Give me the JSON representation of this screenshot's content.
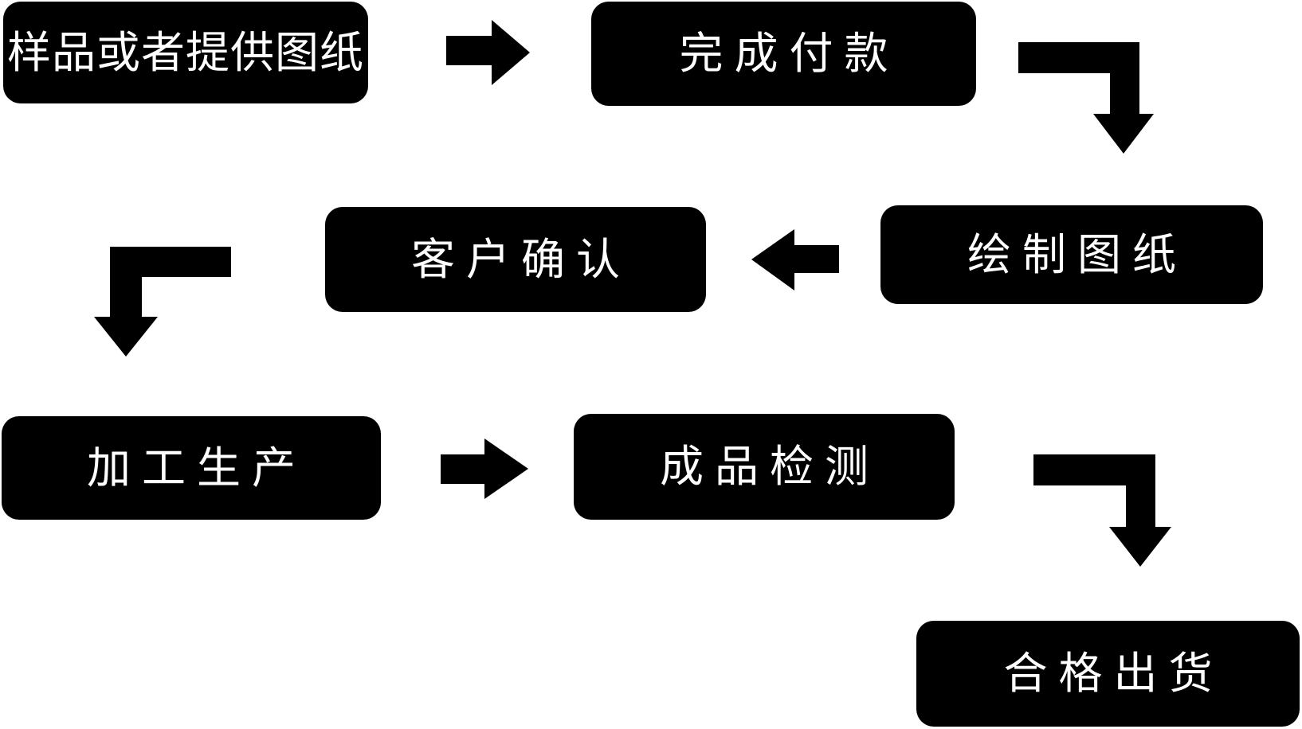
{
  "diagram": {
    "type": "flowchart",
    "colors": {
      "background": "#ffffff",
      "node_fill": "#000000",
      "node_text": "#ffffff",
      "arrow_fill": "#000000"
    },
    "nodes": [
      {
        "id": "step-1",
        "label": "样品或者提供图纸"
      },
      {
        "id": "step-2",
        "label": "完成付款"
      },
      {
        "id": "step-3",
        "label": "绘制图纸"
      },
      {
        "id": "step-4",
        "label": "客户确认"
      },
      {
        "id": "step-5",
        "label": "加工生产"
      },
      {
        "id": "step-6",
        "label": "成品检测"
      },
      {
        "id": "step-7",
        "label": "合格出货"
      }
    ],
    "edges": [
      {
        "from": "样品或者提供图纸",
        "to": "完成付款",
        "shape": "straight-right"
      },
      {
        "from": "完成付款",
        "to": "绘制图纸",
        "shape": "elbow-right-down"
      },
      {
        "from": "绘制图纸",
        "to": "客户确认",
        "shape": "straight-left"
      },
      {
        "from": "客户确认",
        "to": "加工生产",
        "shape": "elbow-left-down"
      },
      {
        "from": "加工生产",
        "to": "成品检测",
        "shape": "straight-right"
      },
      {
        "from": "成品检测",
        "to": "合格出货",
        "shape": "elbow-right-down"
      }
    ]
  }
}
